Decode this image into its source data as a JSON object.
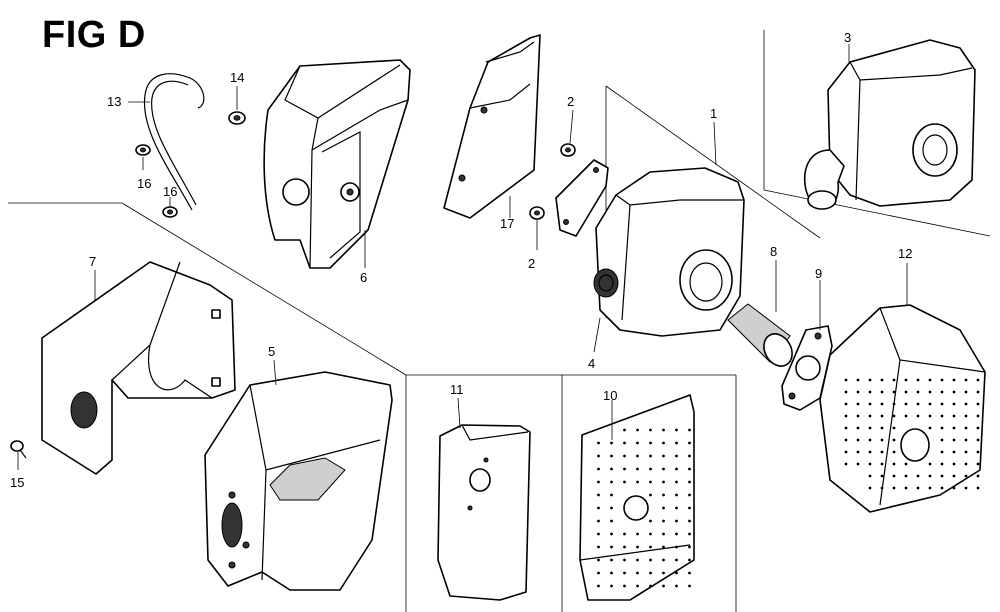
{
  "figure": {
    "title": "FIG D",
    "callouts": [
      "1",
      "2",
      "2",
      "3",
      "4",
      "5",
      "6",
      "7",
      "8",
      "9",
      "10",
      "11",
      "12",
      "13",
      "14",
      "15",
      "16",
      "16",
      "17"
    ]
  }
}
